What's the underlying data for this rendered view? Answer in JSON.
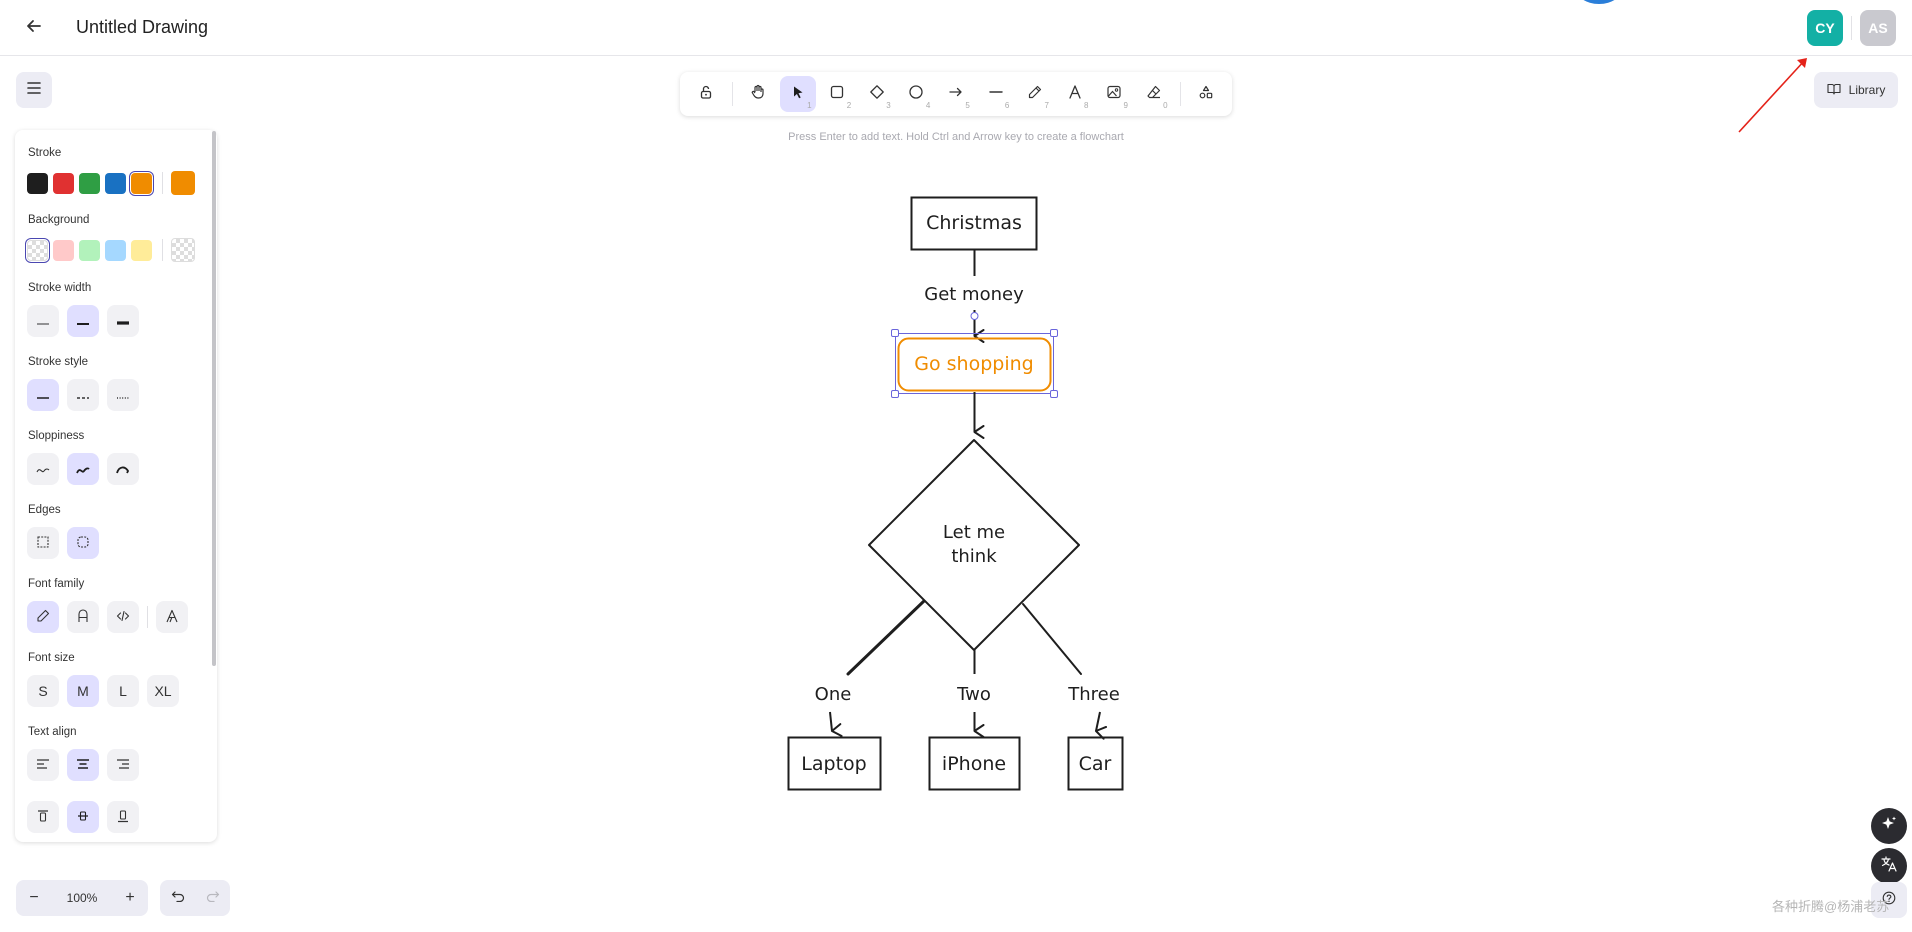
{
  "header": {
    "title": "Untitled Drawing",
    "back_icon": "arrow-left-icon"
  },
  "collaborators": [
    {
      "initials": "CY",
      "color": "#13b0a5"
    },
    {
      "initials": "AS",
      "color": "#c9c9cf"
    }
  ],
  "toolbar": {
    "tools": [
      {
        "name": "lock",
        "key": ""
      },
      {
        "name": "hand",
        "key": ""
      },
      {
        "name": "selection",
        "key": "1",
        "active": true
      },
      {
        "name": "rectangle",
        "key": "2"
      },
      {
        "name": "diamond",
        "key": "3"
      },
      {
        "name": "ellipse",
        "key": "4"
      },
      {
        "name": "arrow",
        "key": "5"
      },
      {
        "name": "line",
        "key": "6"
      },
      {
        "name": "draw",
        "key": "7"
      },
      {
        "name": "text",
        "key": "8"
      },
      {
        "name": "image",
        "key": "9"
      },
      {
        "name": "eraser",
        "key": "0"
      },
      {
        "name": "extra-tools",
        "key": ""
      }
    ],
    "hint": "Press Enter to add text. Hold Ctrl and Arrow key to create a flowchart"
  },
  "library": {
    "label": "Library"
  },
  "panel": {
    "stroke": {
      "label": "Stroke",
      "colors": [
        "#1e1e1e",
        "#e03131",
        "#2f9e44",
        "#1971c2",
        "#f08c00"
      ],
      "selected": "#f08c00",
      "current": "#f08c00"
    },
    "background": {
      "label": "Background",
      "colors": [
        "transparent",
        "#ffc9c9",
        "#b2f2bb",
        "#a5d8ff",
        "#ffec99"
      ],
      "selected": "transparent"
    },
    "stroke_width": {
      "label": "Stroke width",
      "selected": 1
    },
    "stroke_style": {
      "label": "Stroke style",
      "selected": 0
    },
    "sloppiness": {
      "label": "Sloppiness",
      "selected": 1
    },
    "edges": {
      "label": "Edges",
      "selected": 1
    },
    "font_family": {
      "label": "Font family",
      "selected": 0
    },
    "font_size": {
      "label": "Font size",
      "options": [
        "S",
        "M",
        "L",
        "XL"
      ],
      "selected": 1
    },
    "text_align": {
      "label": "Text align",
      "selected": 1
    },
    "vertical_align": {
      "selected": 1
    }
  },
  "zoom": {
    "minus": "−",
    "value": "100%",
    "plus": "+"
  },
  "diagram": {
    "nodes": {
      "christmas": "Christmas",
      "go_shopping": "Go shopping",
      "decision_line1": "Let me",
      "decision_line2": "think",
      "laptop": "Laptop",
      "iphone": "iPhone",
      "car": "Car"
    },
    "edge_labels": {
      "get_money": "Get money",
      "one": "One",
      "two": "Two",
      "three": "Three"
    },
    "selected_color": "#f08c00",
    "selection_color": "#6965db"
  },
  "watermark": "各种折腾@杨浦老苏"
}
